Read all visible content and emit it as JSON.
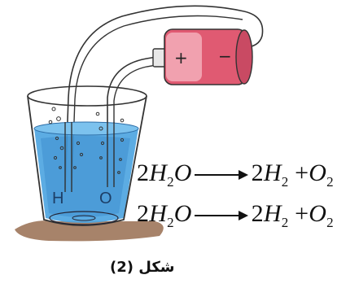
{
  "glass": {
    "label_left": "H",
    "label_right": "O"
  },
  "battery": {
    "positive_symbol": "+",
    "negative_symbol": "−"
  },
  "equations": [
    {
      "reactant_coef": "2",
      "reactant_h": "H",
      "reactant_h_sub": "2",
      "reactant_o": "O",
      "product1_coef": "2",
      "product1_h": "H",
      "product1_sub": "2",
      "plus": "+",
      "product2_o": "O",
      "product2_sub": "2"
    },
    {
      "reactant_coef": "2",
      "reactant_h": "H",
      "reactant_h_sub": "2",
      "reactant_o": "O",
      "product1_coef": "2",
      "product1_h": "H",
      "product1_sub": "2",
      "plus": "+",
      "product2_o": "O",
      "product2_sub": "2"
    }
  ],
  "caption": "شكل (2)",
  "colors": {
    "water": "#4aa3e0",
    "water_dark": "#2f7fc4",
    "battery_body": "#e05a72",
    "battery_light": "#f3a9b6",
    "wire": "#333333",
    "table_shadow": "#7a4a2a"
  }
}
